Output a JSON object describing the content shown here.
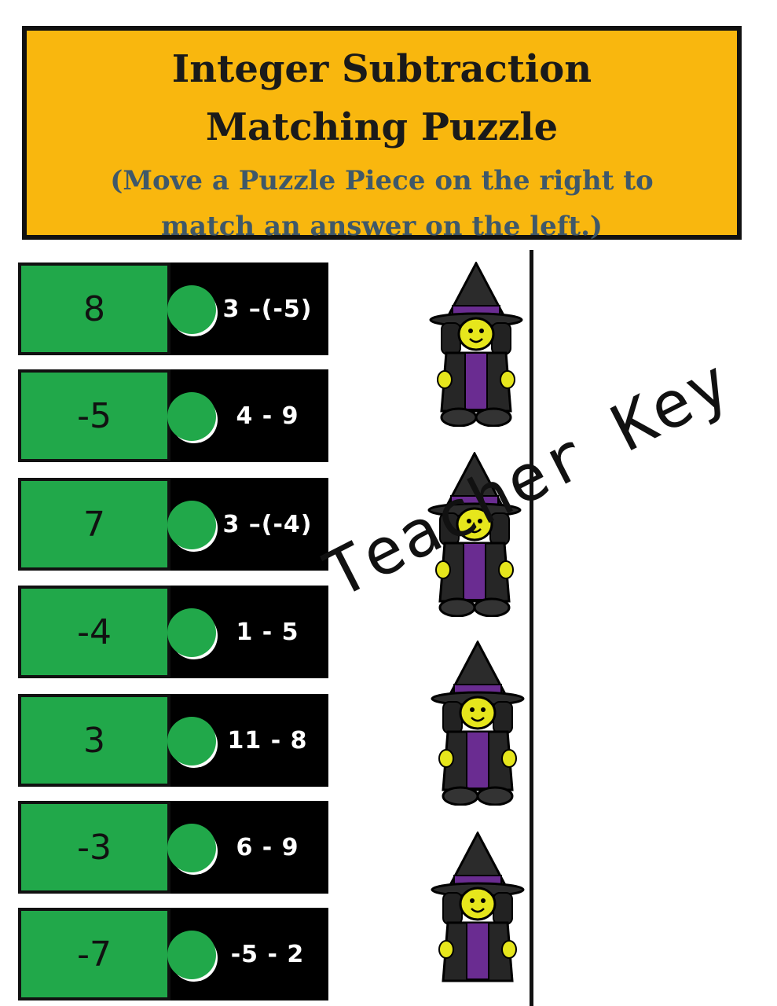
{
  "header": {
    "title_line1": "Integer Subtraction",
    "title_line2": "Matching Puzzle",
    "subtitle_line1": "(Move a Puzzle Piece on the right to",
    "subtitle_line2": "match an answer on the left.)"
  },
  "pieces": [
    {
      "answer": "8",
      "question": "3 –(-5)"
    },
    {
      "answer": "-5",
      "question": "4 - 9"
    },
    {
      "answer": "7",
      "question": "3 –(-4)"
    },
    {
      "answer": "-4",
      "question": "1 - 5"
    },
    {
      "answer": "3",
      "question": "11 - 8"
    },
    {
      "answer": "-3",
      "question": "6 - 9"
    },
    {
      "answer": "-7",
      "question": "-5 - 2"
    }
  ],
  "stamp": "Teacher Key",
  "colors": {
    "header_bg": "#f9b70e",
    "piece_green": "#21a84a",
    "witch_purple": "#6a2c91",
    "witch_skin": "#e6e61c"
  },
  "icons": [
    "witch-icon"
  ]
}
